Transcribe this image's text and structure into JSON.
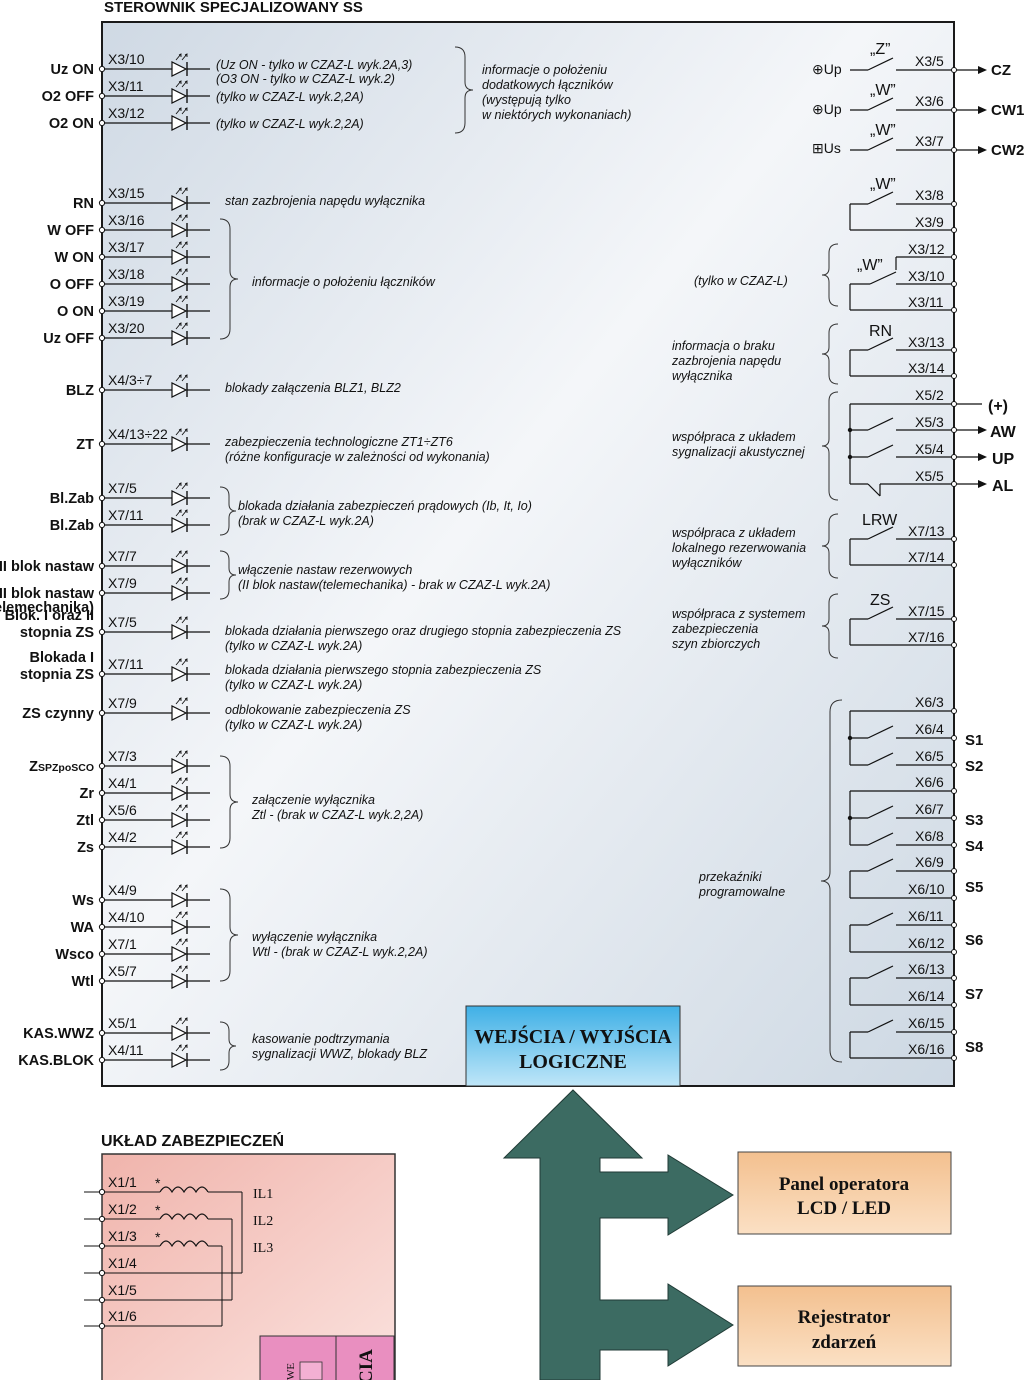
{
  "colors": {
    "panel": "#dfe6ee",
    "panel_edge": "#1a1a1a",
    "logic_box": "#62bde9",
    "arrow": "#3c6b62",
    "orange_box": "#f5c89a",
    "pink_box": "#f2b8b3",
    "magenta_box": "#e98fc0"
  },
  "main_title": "STEROWNIK SPECJALIZOWANY SS",
  "left_inputs": [
    {
      "label": "Uz ON",
      "term": "X3/10"
    },
    {
      "label": "O2 OFF",
      "term": "X3/11"
    },
    {
      "label": "O2 ON",
      "term": "X3/12"
    },
    {
      "label": "RN",
      "term": "X3/15"
    },
    {
      "label": "W OFF",
      "term": "X3/16"
    },
    {
      "label": "W ON",
      "term": "X3/17"
    },
    {
      "label": "O OFF",
      "term": "X3/18"
    },
    {
      "label": "O ON",
      "term": "X3/19"
    },
    {
      "label": "Uz OFF",
      "term": "X3/20"
    },
    {
      "label": "BLZ",
      "term": "X4/3÷7"
    },
    {
      "label": "ZT",
      "term": "X4/13÷22"
    },
    {
      "label": "Bl.Zab",
      "term": "X7/5"
    },
    {
      "label": "Bl.Zab",
      "term": "X7/11"
    },
    {
      "label": "II blok nastaw",
      "term": "X7/7"
    },
    {
      "label": "II blok nastaw",
      "sub": "(telemechanika)",
      "term": "X7/9"
    },
    {
      "label": "Blok. I oraz II",
      "label2": "stopnia ZS",
      "term": "X7/5"
    },
    {
      "label": "Blokada I",
      "label2": "stopnia ZS",
      "term": "X7/11"
    },
    {
      "label": "ZS czynny",
      "term": "X7/9"
    },
    {
      "label": "Z",
      "label_sub": "SPZpoSCO",
      "term": "X7/3"
    },
    {
      "label": "Zr",
      "term": "X4/1"
    },
    {
      "label": "Ztl",
      "term": "X5/6"
    },
    {
      "label": "Zs",
      "term": "X4/2"
    },
    {
      "label": "Ws",
      "term": "X4/9"
    },
    {
      "label": "WA",
      "term": "X4/10"
    },
    {
      "label": "Wsco",
      "term": "X7/1"
    },
    {
      "label": "Wtl",
      "term": "X5/7"
    },
    {
      "label": "KAS.WWZ",
      "term": "X5/1"
    },
    {
      "label": "KAS.BLOK",
      "term": "X4/11"
    }
  ],
  "left_notes": {
    "uz_on": "(Uz ON - tylko w CZAZ-L wyk.2A,3)",
    "o3_on": "(O3 ON - tylko w CZAZ-L wyk.2)",
    "o2_off": "(tylko w  CZAZ-L wyk.2,2A)",
    "o2_on": "(tylko w  CZAZ-L wyk.2,2A)",
    "group1": [
      "informacje o położeniu",
      "dodatkowych łączników",
      "(występują tylko",
      "w niektórych wykonaniach)"
    ],
    "rn": "stan zazbrojenia napędu wyłącznika",
    "group2": "informacje o położeniu łączników",
    "blz": "blokady załączenia BLZ1, BLZ2",
    "zt": [
      "zabezpieczenia technologiczne ZT1÷ZT6",
      "(różne konfiguracje w zależności od wykonania)"
    ],
    "blzab": [
      "blokada działania zabezpieczeń prądowych (Ib, It, Io)",
      "(brak w CZAZ-L wyk.2A)"
    ],
    "iiblok": [
      "włączenie nastaw rezerwowych",
      "(II blok nastaw(telemechanika) - brak w CZAZ-L wyk.2A)"
    ],
    "blok12": [
      "blokada działania pierwszego oraz drugiego stopnia zabezpieczenia ZS",
      "(tylko w CZAZ-L wyk.2A)"
    ],
    "blok1": [
      "blokada działania pierwszego  stopnia zabezpieczenia ZS",
      "(tylko w CZAZ-L wyk.2A)"
    ],
    "zsczynny": [
      "odblokowanie zabezpieczenia ZS",
      "(tylko w CZAZ-L wyk.2A)"
    ],
    "zal": [
      "załączenie wyłącznika",
      "Ztl - (brak w CZAZ-L wyk.2,2A)"
    ],
    "wyl": [
      "wyłączenie wyłącznika",
      "Wtl - (brak w CZAZ-L wyk.2,2A)"
    ],
    "kas": [
      "kasowanie podtrzymania",
      "sygnalizacji WWZ, blokady BLZ"
    ]
  },
  "right_relays": {
    "cz": {
      "symbol": "⊕Up",
      "contact": "„Z”",
      "term": "X3/5",
      "out": "CZ"
    },
    "cw1": {
      "symbol": "⊕Up",
      "contact": "„W”",
      "term": "X3/6",
      "out": "CW1"
    },
    "cw2": {
      "symbol": "⊞Us",
      "contact": "„W”",
      "term": "X3/7",
      "out": "CW2"
    },
    "w1": {
      "contact": "„W”",
      "terms": [
        "X3/8",
        "X3/9"
      ]
    },
    "w2": {
      "contact": "„W”",
      "terms": [
        "X3/12",
        "X3/10",
        "X3/11"
      ],
      "note": "(tylko w CZAZ-L)"
    },
    "rn": {
      "contact": "RN",
      "terms": [
        "X3/13",
        "X3/14"
      ],
      "note": [
        "informacja o braku",
        "zazbrojenia napędu",
        "wyłącznika"
      ]
    },
    "aku": {
      "terms": [
        "X5/2",
        "X5/3",
        "X5/4",
        "X5/5"
      ],
      "outs": [
        "(+)",
        "AW",
        "UP",
        "AL"
      ],
      "note": [
        "współpraca z układem",
        "sygnalizacji akustycznej"
      ]
    },
    "lrw": {
      "contact": "LRW",
      "terms": [
        "X7/13",
        "X7/14"
      ],
      "note": [
        "współpraca z układem",
        "lokalnego rezerwowania",
        "wyłączników"
      ]
    },
    "zs": {
      "contact": "ZS",
      "terms": [
        "X7/15",
        "X7/16"
      ],
      "note": [
        "współpraca z systemem",
        "zabezpieczenia",
        "szyn zbiorczych"
      ]
    },
    "prog": {
      "terms": [
        "X6/3",
        "X6/4",
        "X6/5",
        "X6/6",
        "X6/7",
        "X6/8",
        "X6/9",
        "X6/10",
        "X6/11",
        "X6/12",
        "X6/13",
        "X6/14",
        "X6/15",
        "X6/16"
      ],
      "outs": [
        "S1",
        "S2",
        "S3",
        "S4",
        "S5",
        "S6",
        "S7",
        "S8"
      ],
      "note": [
        "przekaźniki",
        "programowalne"
      ]
    }
  },
  "logic_box": [
    "WEJŚCIA / WYJŚCIA",
    "LOGICZNE"
  ],
  "panel_box": [
    "Panel operatora",
    "LCD / LED"
  ],
  "rejestrator_box": [
    "Rejestrator",
    "zdarzeń"
  ],
  "uklad_title": "UKŁAD ZABEZPIECZEŃ",
  "uklad_terms": [
    "X1/1",
    "X1/2",
    "X1/3",
    "X1/4",
    "X1/5",
    "X1/6"
  ],
  "uklad_currents": [
    "IL1",
    "IL2",
    "IL3"
  ],
  "uklad_inner": {
    "we": "WE",
    "cia": "CIA"
  }
}
